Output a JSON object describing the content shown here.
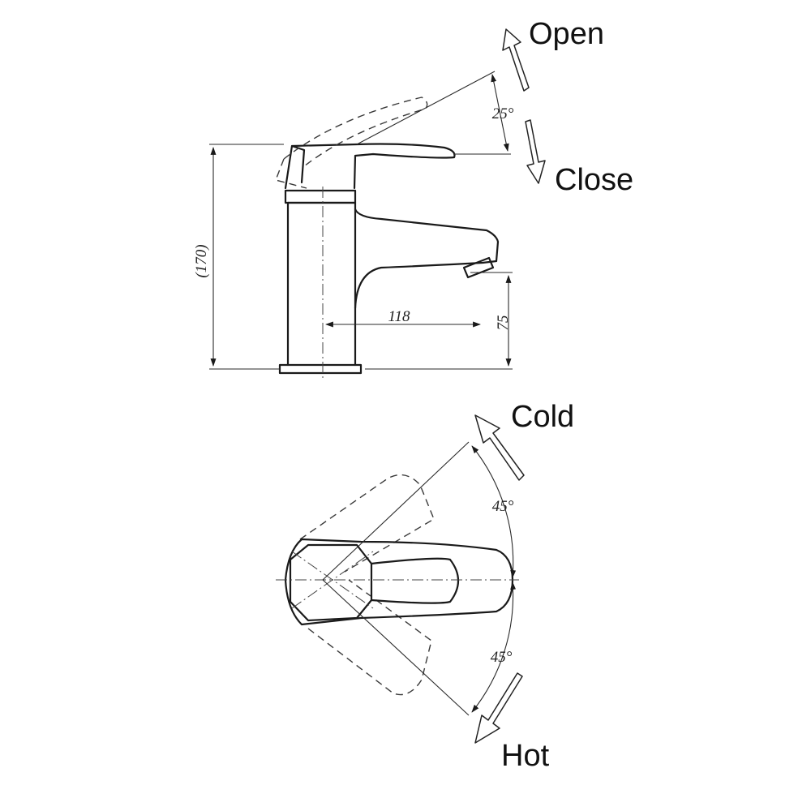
{
  "labels": {
    "open": "Open",
    "close": "Close",
    "cold": "Cold",
    "hot": "Hot"
  },
  "dimensions": {
    "total_height": "(170)",
    "spout_reach": "118",
    "spout_height": "75",
    "lever_angle": "25°",
    "cold_angle": "45°",
    "hot_angle": "45°"
  }
}
